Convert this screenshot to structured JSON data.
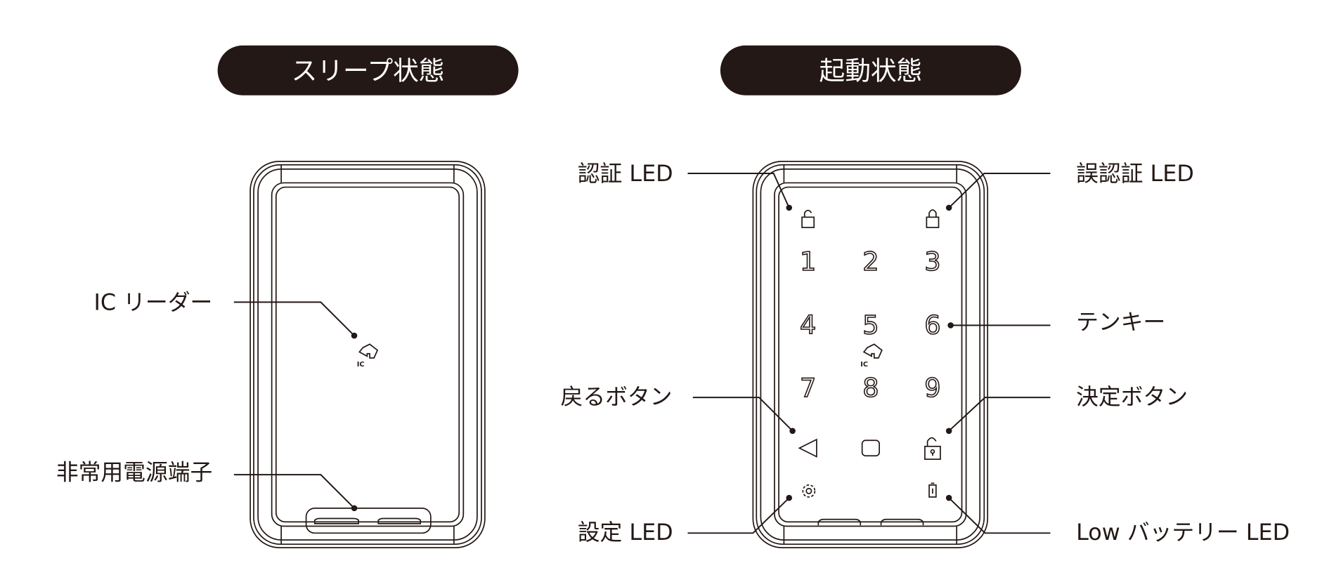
{
  "headings": {
    "sleep": "スリープ状態",
    "active": "起動状態"
  },
  "sleep_labels": {
    "ic_reader": "IC リーダー",
    "emergency_terminal": "非常用電源端子"
  },
  "active_labels": {
    "auth_led": "認証 LED",
    "auth_error_led": "誤認証 LED",
    "keypad": "テンキー",
    "back_button": "戻るボタン",
    "enter_button": "決定ボタン",
    "settings_led": "設定 LED",
    "low_battery_led": "Low バッテリー LED"
  },
  "keys": [
    "1",
    "2",
    "3",
    "4",
    "5",
    "6",
    "7",
    "8",
    "9"
  ],
  "ic_mark": "IC",
  "colors": {
    "ink": "#231815",
    "background": "#ffffff"
  }
}
